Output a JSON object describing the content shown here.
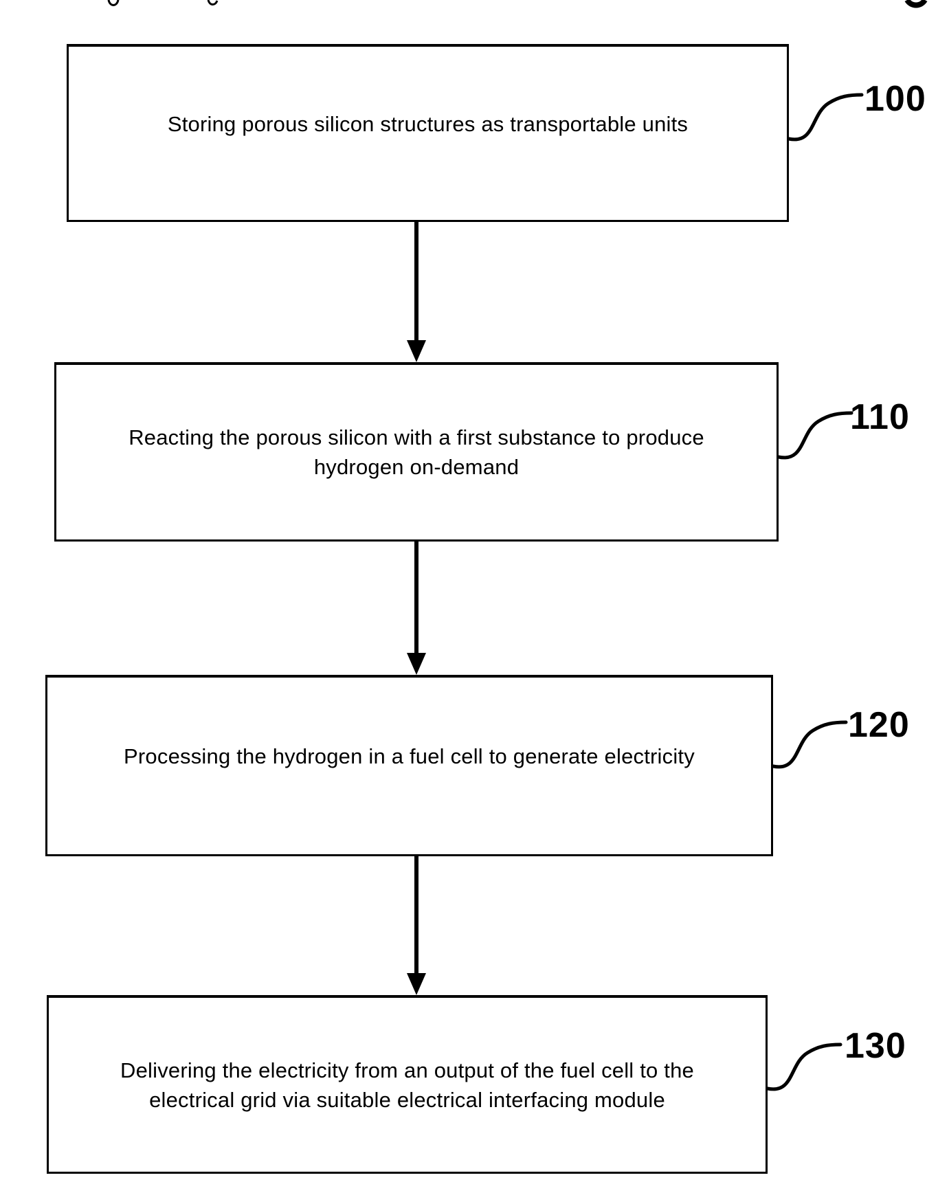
{
  "figure": {
    "type": "flowchart",
    "background_color": "#ffffff",
    "line_color": "#000000",
    "steps": [
      {
        "ref": "100",
        "label": "Storing porous silicon structures as transportable units"
      },
      {
        "ref": "110",
        "label": "Reacting the porous silicon with a first substance to produce\nhydrogen on-demand"
      },
      {
        "ref": "120",
        "label": "Processing the hydrogen in a fuel cell to generate electricity"
      },
      {
        "ref": "130",
        "label": "Delivering the electricity from an output of the fuel cell to the\nelectrical grid via suitable electrical interfacing module"
      }
    ]
  }
}
